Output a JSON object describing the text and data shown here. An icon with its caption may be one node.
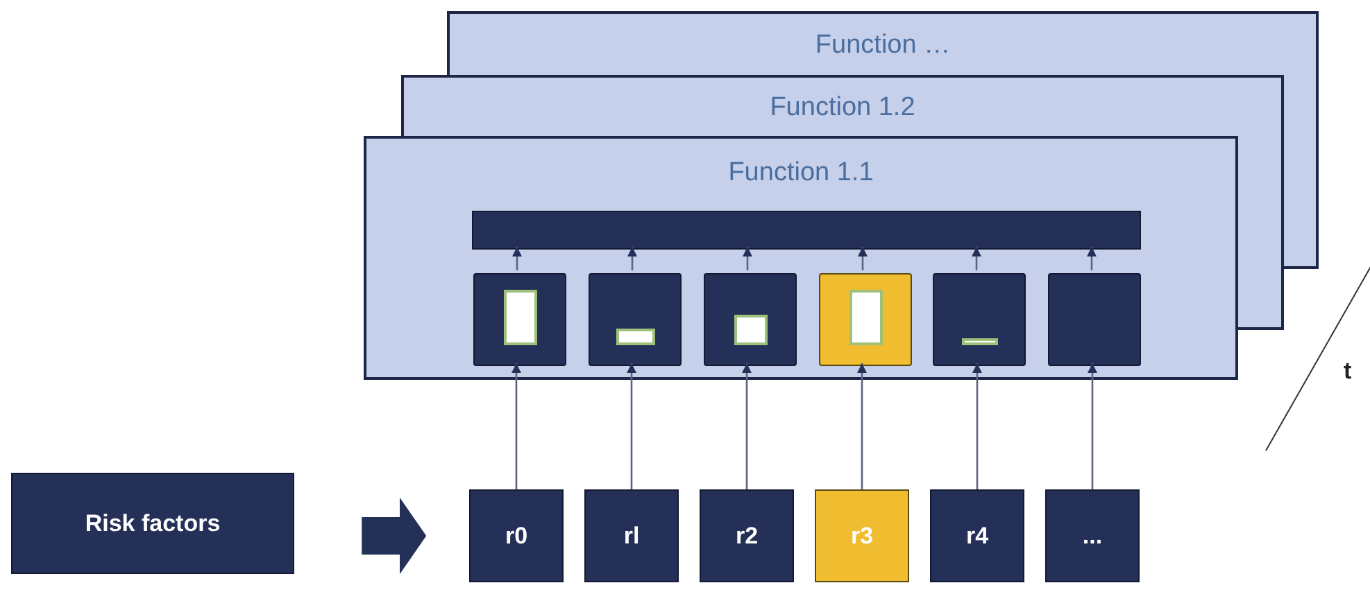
{
  "diagram": {
    "nodes": [
      {
        "text": [
          "Function …"
        ]
      },
      {
        "text": [
          "Function 1.2"
        ]
      },
      {
        "text": [
          "Function 1.1"
        ]
      },
      {
        "text": [],
        "shape": "bar",
        "in": 2
      },
      {
        "text": [],
        "shape": "box",
        "in": 2
      },
      {
        "text": [],
        "shape": "box",
        "in": 2
      },
      {
        "text": [],
        "shape": "box",
        "in": 2
      },
      {
        "text": [],
        "shape": "box",
        "in": 2
      },
      {
        "text": [],
        "shape": "box",
        "in": 2
      },
      {
        "text": [],
        "shape": "box",
        "in": 2
      },
      {
        "text": [
          "Risk factors"
        ]
      },
      {
        "text": [
          "r0"
        ]
      },
      {
        "text": [
          "rl"
        ]
      },
      {
        "text": [
          "r2"
        ]
      },
      {
        "text": [
          "r3"
        ]
      },
      {
        "text": [
          "r4"
        ]
      },
      {
        "text": [
          "..."
        ]
      }
    ],
    "edges": [
      {
        "from": 10,
        "to": 11,
        "arrow": "to",
        "style": "thick"
      },
      {
        "from": 11,
        "to": 4,
        "arrow": "to"
      },
      {
        "from": 12,
        "to": 5,
        "arrow": "to"
      },
      {
        "from": 13,
        "to": 6,
        "arrow": "to"
      },
      {
        "from": 14,
        "to": 7,
        "arrow": "to"
      },
      {
        "from": 15,
        "to": 8,
        "arrow": "to"
      },
      {
        "from": 16,
        "to": 9,
        "arrow": "to"
      },
      {
        "from": 4,
        "to": 3,
        "arrow": "to"
      },
      {
        "from": 5,
        "to": 3,
        "arrow": "to"
      },
      {
        "from": 6,
        "to": 3,
        "arrow": "to"
      },
      {
        "from": 7,
        "to": 3,
        "arrow": "to"
      },
      {
        "from": 8,
        "to": 3,
        "arrow": "to"
      },
      {
        "from": 9,
        "to": 3,
        "arrow": "to"
      }
    ],
    "labels": [
      "t"
    ]
  }
}
